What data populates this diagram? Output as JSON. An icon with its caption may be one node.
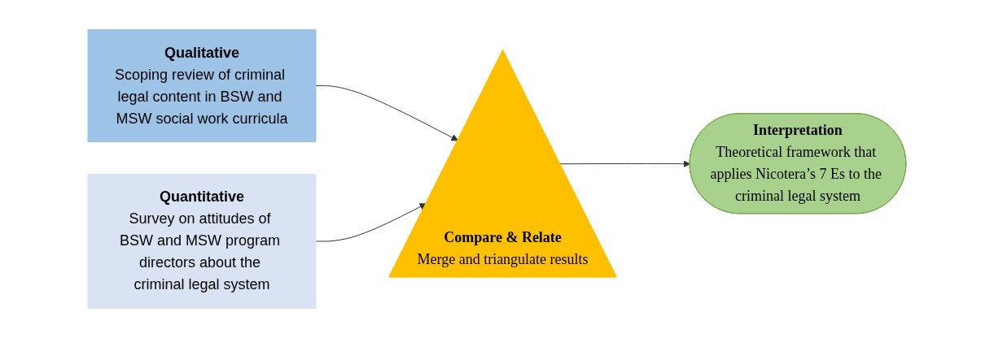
{
  "diagram": {
    "nodes": [
      {
        "text": [
          "Qualitative",
          "Scoping review of criminal legal content in BSW and MSW social work curricula"
        ]
      },
      {
        "text": [
          "Quantitative",
          "Survey on attitudes of BSW and MSW program directors about the criminal legal system"
        ]
      },
      {
        "text": [
          "Compare & Relate",
          "Merge and triangulate results"
        ]
      },
      {
        "text": [
          "Interpretation",
          "Theoretical framework that applies Nicotera’s 7 Es to the criminal legal system"
        ]
      }
    ],
    "edges": [
      {
        "from": 0,
        "to": 2,
        "arrow": "to"
      },
      {
        "from": 1,
        "to": 2,
        "arrow": "to"
      },
      {
        "from": 2,
        "to": 3,
        "arrow": "to"
      }
    ]
  }
}
